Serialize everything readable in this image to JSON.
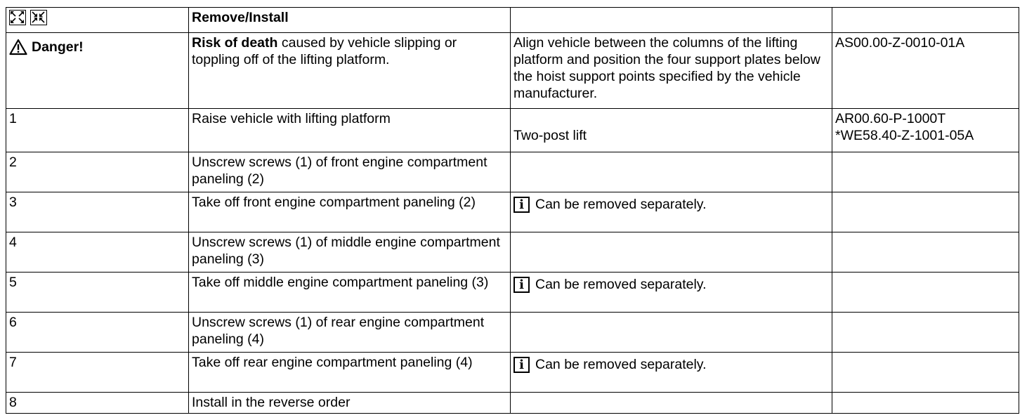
{
  "header": {
    "title": "Remove/Install"
  },
  "danger": {
    "label": "Danger!",
    "risk_bold": "Risk of death",
    "risk_text": " caused by vehicle slipping or toppling off of the lifting platform.",
    "instruction": "Align vehicle between the columns of the lifting platform and position the four support plates below the hoist support points specified by the vehicle manufacturer.",
    "reference": "AS00.00-Z-0010-01A"
  },
  "steps": [
    {
      "num": "1",
      "text": "Raise vehicle with lifting platform",
      "note": "Two-post lift",
      "ref1": "AR00.60-P-1000T",
      "ref2": "*WE58.40-Z-1001-05A"
    },
    {
      "num": "2",
      "text": "Unscrew screws (1) of front engine compartment paneling (2)"
    },
    {
      "num": "3",
      "text": "Take off front engine compartment paneling (2)",
      "info": "Can be removed separately."
    },
    {
      "num": "4",
      "text": "Unscrew screws (1) of middle engine compartment paneling (3)"
    },
    {
      "num": "5",
      "text": "Take off middle engine compartment paneling (3)",
      "info": "Can be removed separately."
    },
    {
      "num": "6",
      "text": "Unscrew screws (1) of rear engine compartment paneling (4)"
    },
    {
      "num": "7",
      "text": "Take off rear engine compartment paneling (4)",
      "info": "Can be removed separately."
    },
    {
      "num": "8",
      "text": "Install in the reverse order"
    }
  ],
  "icons": {
    "expand": "expand-arrows-icon",
    "collapse": "collapse-arrows-icon",
    "warning": "warning-triangle-icon",
    "info": "info-icon",
    "info_glyph": "i"
  }
}
